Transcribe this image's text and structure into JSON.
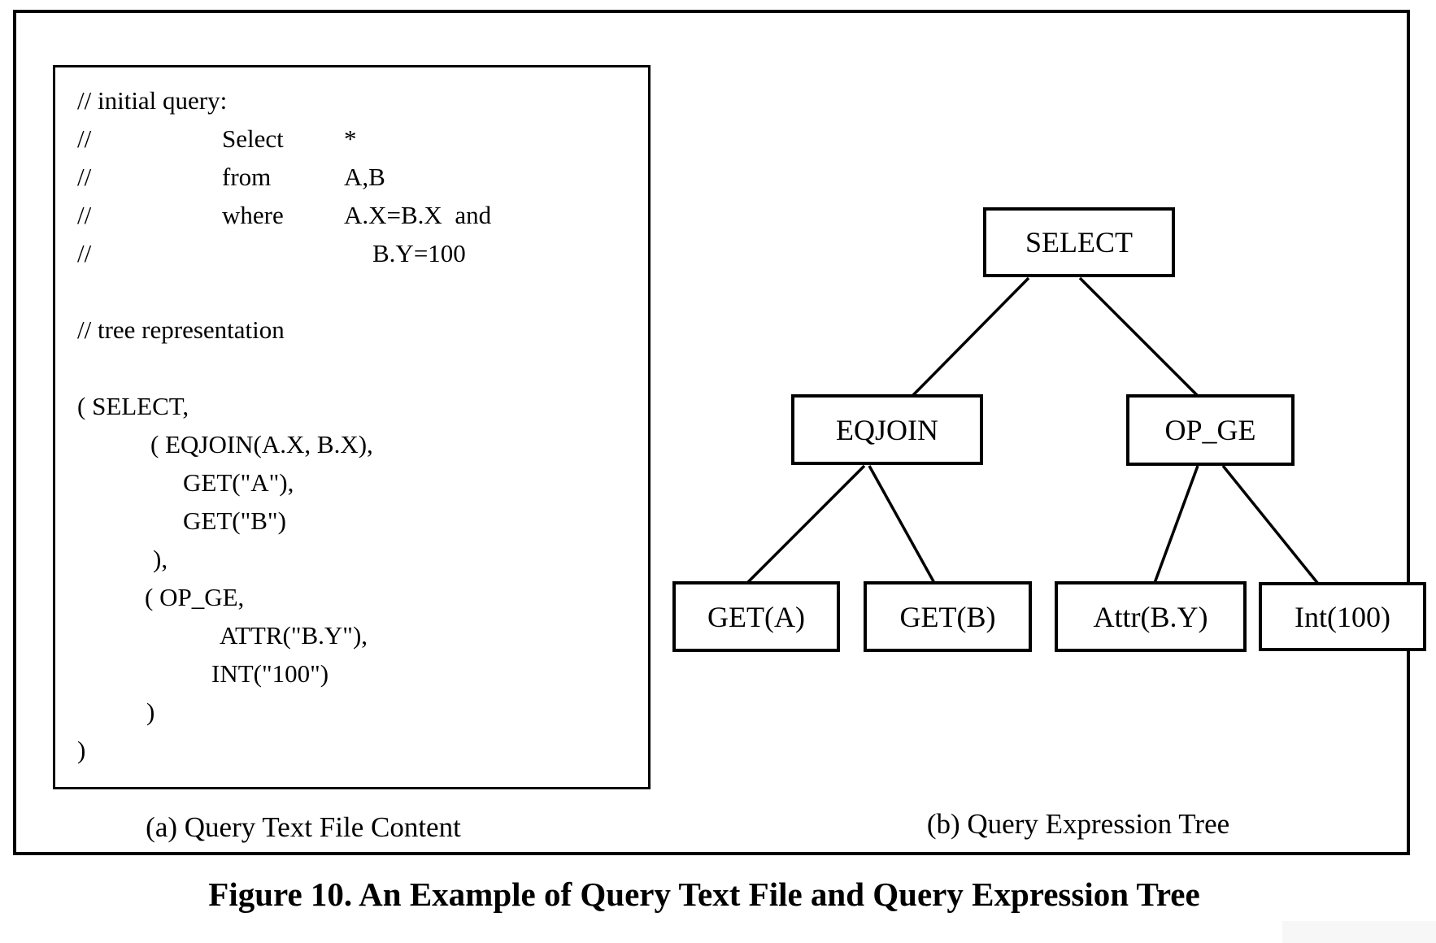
{
  "figure": {
    "caption": "Figure 10. An Example of Query Text File and Query Expression Tree",
    "panel_a_caption": "(a) Query Text File Content",
    "panel_b_caption": "(b) Query Expression Tree"
  },
  "code": {
    "lines": [
      {
        "cols": [
          "// initial query:"
        ]
      },
      {
        "cols": [
          "//",
          "Select",
          "*"
        ]
      },
      {
        "cols": [
          "//",
          "from",
          "A,B"
        ]
      },
      {
        "cols": [
          "//",
          "where",
          "A.X=B.X  and"
        ]
      },
      {
        "cols": [
          "//",
          "",
          "B.Y=100"
        ]
      },
      {
        "cols": [
          ""
        ]
      },
      {
        "cols": [
          "// tree representation"
        ]
      },
      {
        "cols": [
          ""
        ]
      },
      {
        "cols": [
          "( SELECT,"
        ]
      },
      {
        "cols": [
          "( EQJOIN(A.X, B.X),"
        ]
      },
      {
        "cols": [
          "GET(\"A\"),"
        ]
      },
      {
        "cols": [
          "GET(\"B\")"
        ]
      },
      {
        "cols": [
          "),"
        ]
      },
      {
        "cols": [
          "( OP_GE,"
        ]
      },
      {
        "cols": [
          "ATTR(\"B.Y\"),"
        ]
      },
      {
        "cols": [
          "INT(\"100\")"
        ]
      },
      {
        "cols": [
          ")"
        ]
      },
      {
        "cols": [
          ")"
        ]
      }
    ]
  },
  "tree": {
    "nodes": [
      {
        "id": "select",
        "label": "SELECT"
      },
      {
        "id": "eqjoin",
        "label": "EQJOIN"
      },
      {
        "id": "op_ge",
        "label": "OP_GE"
      },
      {
        "id": "get_a",
        "label": "GET(A)"
      },
      {
        "id": "get_b",
        "label": "GET(B)"
      },
      {
        "id": "attr_by",
        "label": "Attr(B.Y)"
      },
      {
        "id": "int_100",
        "label": "Int(100)"
      }
    ],
    "edges": [
      [
        "select",
        "eqjoin"
      ],
      [
        "select",
        "op_ge"
      ],
      [
        "eqjoin",
        "get_a"
      ],
      [
        "eqjoin",
        "get_b"
      ],
      [
        "op_ge",
        "attr_by"
      ],
      [
        "op_ge",
        "int_100"
      ]
    ]
  },
  "colors": {
    "ink": "#000000",
    "background": "#ffffff",
    "artifact_gray": "#f7f7f7"
  }
}
